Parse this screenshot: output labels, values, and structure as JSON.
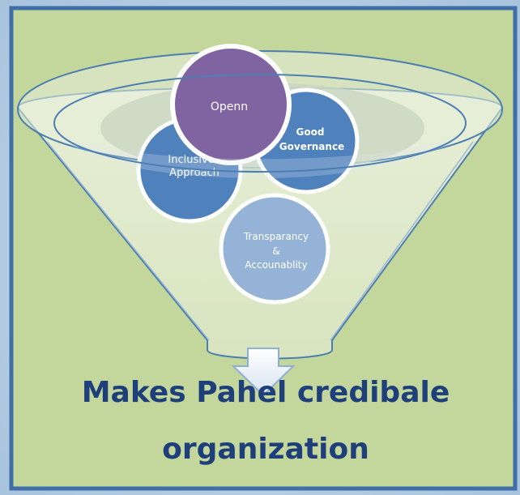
{
  "bubbles": {
    "openn": {
      "label": "Openn"
    },
    "good_governance": {
      "lines": [
        "Good",
        "Governance"
      ]
    },
    "inclusive_approach": {
      "lines": [
        "Inclusive",
        "Approach"
      ]
    },
    "transparancy": {
      "lines": [
        "Transparancy",
        "&",
        "Accounablity"
      ]
    }
  },
  "caption": {
    "line1": "Makes Pahel credibale",
    "line2": "organization"
  },
  "colors": {
    "background": "#b8cfe4",
    "panel": "#c3d69b",
    "panel_border": "#3f6fa6",
    "funnel_fill": "#e4ecd4",
    "funnel_stroke": "#4a7fb0",
    "bubble_dark_blue": "#4f81bd",
    "bubble_light_blue": "#95b3d7",
    "bubble_purple": "#8064a2",
    "caption_text": "#1f3f7a"
  }
}
